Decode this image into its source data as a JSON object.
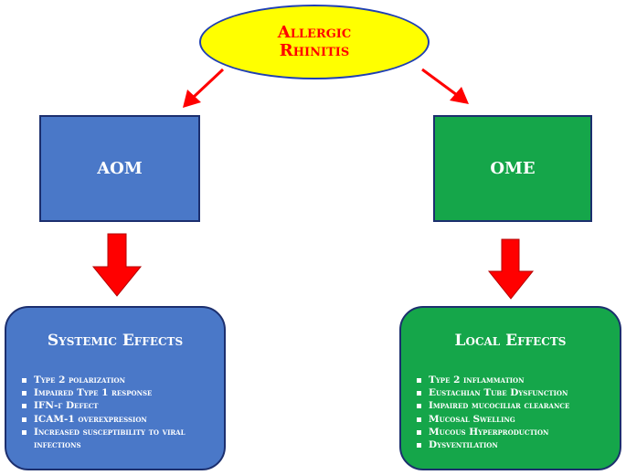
{
  "top": {
    "line1": "Allergic",
    "line2": "Rhinitis"
  },
  "left_box": {
    "label": "AOM"
  },
  "right_box": {
    "label": "OME"
  },
  "systemic": {
    "title": "Systemic Effects",
    "items": [
      "Type 2 polarization",
      "Impaired Type 1 response",
      "IFN-γ Defect",
      "ICAM-1 overexpression",
      "Increased susceptibility to viral infections"
    ]
  },
  "local": {
    "title": "Local Effects",
    "items": [
      "Type 2 inflammation",
      "Eustachian Tube Dysfunction",
      "Impaired mucociliar clearance",
      "Mucosal Swelling",
      "Mucous Hyperproduction",
      "Dysventilation"
    ]
  },
  "colors": {
    "ellipse_fill": "#ffff00",
    "title_text": "#ff0000",
    "blue": "#4a78c8",
    "green": "#15a64a",
    "arrow": "#ff0000"
  }
}
